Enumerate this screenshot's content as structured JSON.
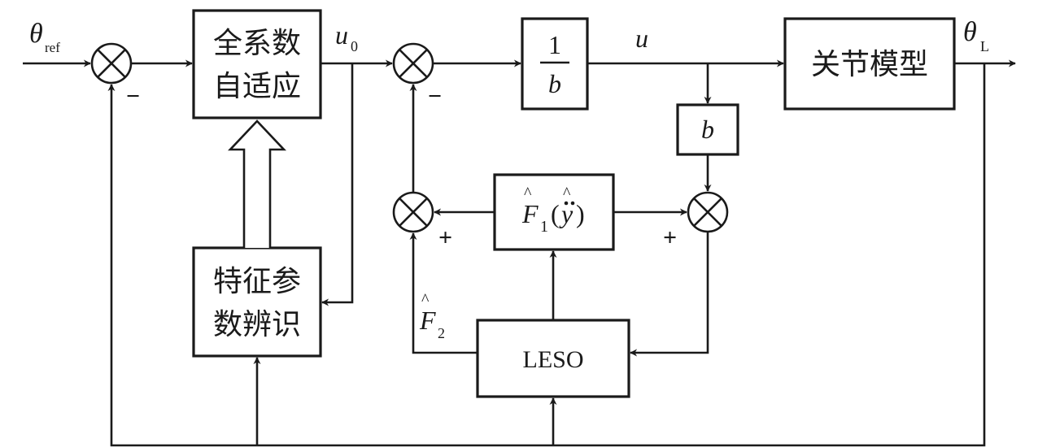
{
  "blocks": {
    "adaptive": {
      "line1": "全系数",
      "line2": "自适应"
    },
    "identification": {
      "line1": "特征参",
      "line2": "数辨识"
    },
    "inverse_gain": {
      "numerator": "1",
      "denominator": "b"
    },
    "joint_model": {
      "label": "关节模型"
    },
    "gain": {
      "label": "b"
    },
    "f1_estimate": {
      "label": "F",
      "subscript": "1",
      "argument": "y"
    },
    "leso": {
      "label": "LESO"
    }
  },
  "signals": {
    "theta_ref": {
      "main": "θ",
      "sub": "ref"
    },
    "u0": {
      "main": "u",
      "sub": "0"
    },
    "u": {
      "main": "u"
    },
    "theta_L": {
      "main": "θ",
      "sub": "L"
    },
    "f2_estimate": {
      "main": "F",
      "sub": "2"
    }
  },
  "signs": {
    "sum1_feedback": "−",
    "sum2_feedback": "−",
    "sum3_left": "+",
    "sum4_left": "+"
  }
}
